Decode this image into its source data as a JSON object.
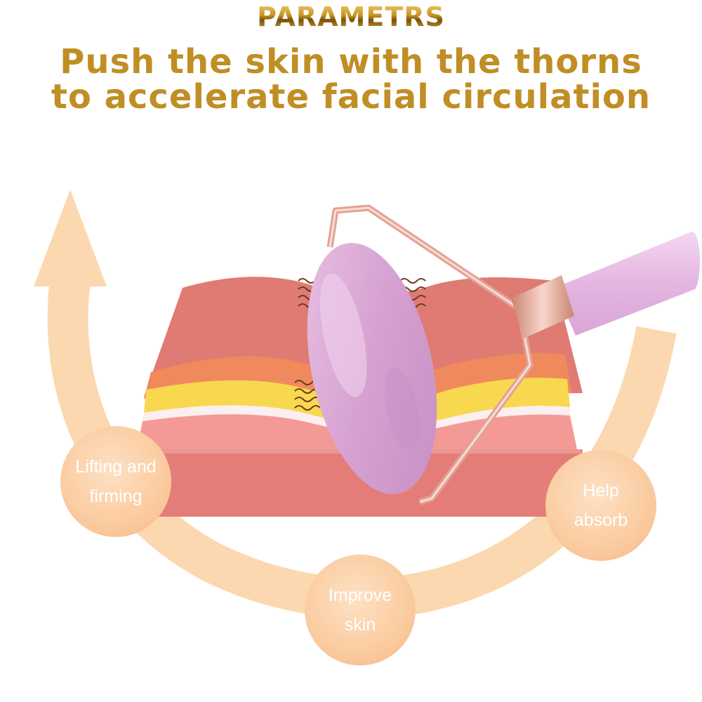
{
  "header": {
    "badge": "PARAMETRS",
    "headline_line1": "Push the skin with the thorns",
    "headline_line2": "to accelerate facial circulation"
  },
  "benefits": [
    {
      "line1": "Lifting and",
      "line2": "firming"
    },
    {
      "line1": "Help",
      "line2": "absorb"
    },
    {
      "line1": "Improve",
      "line2": "skin"
    }
  ],
  "colors": {
    "gold_text": "#c08e24",
    "arrow_peach": "#fbd8b0",
    "skin_top": "#df7b73",
    "skin_front": "#e67e78",
    "fat_layer": "#f7d84f",
    "muscle_layer": "#f08a5c",
    "roller_stone": "#d9a6d3",
    "frame_rose_gold": "#e6a79a"
  },
  "icons": [
    "curved-arrow-icon",
    "skin-layers-illustration",
    "face-roller-illustration",
    "vibration-wave-icon"
  ]
}
